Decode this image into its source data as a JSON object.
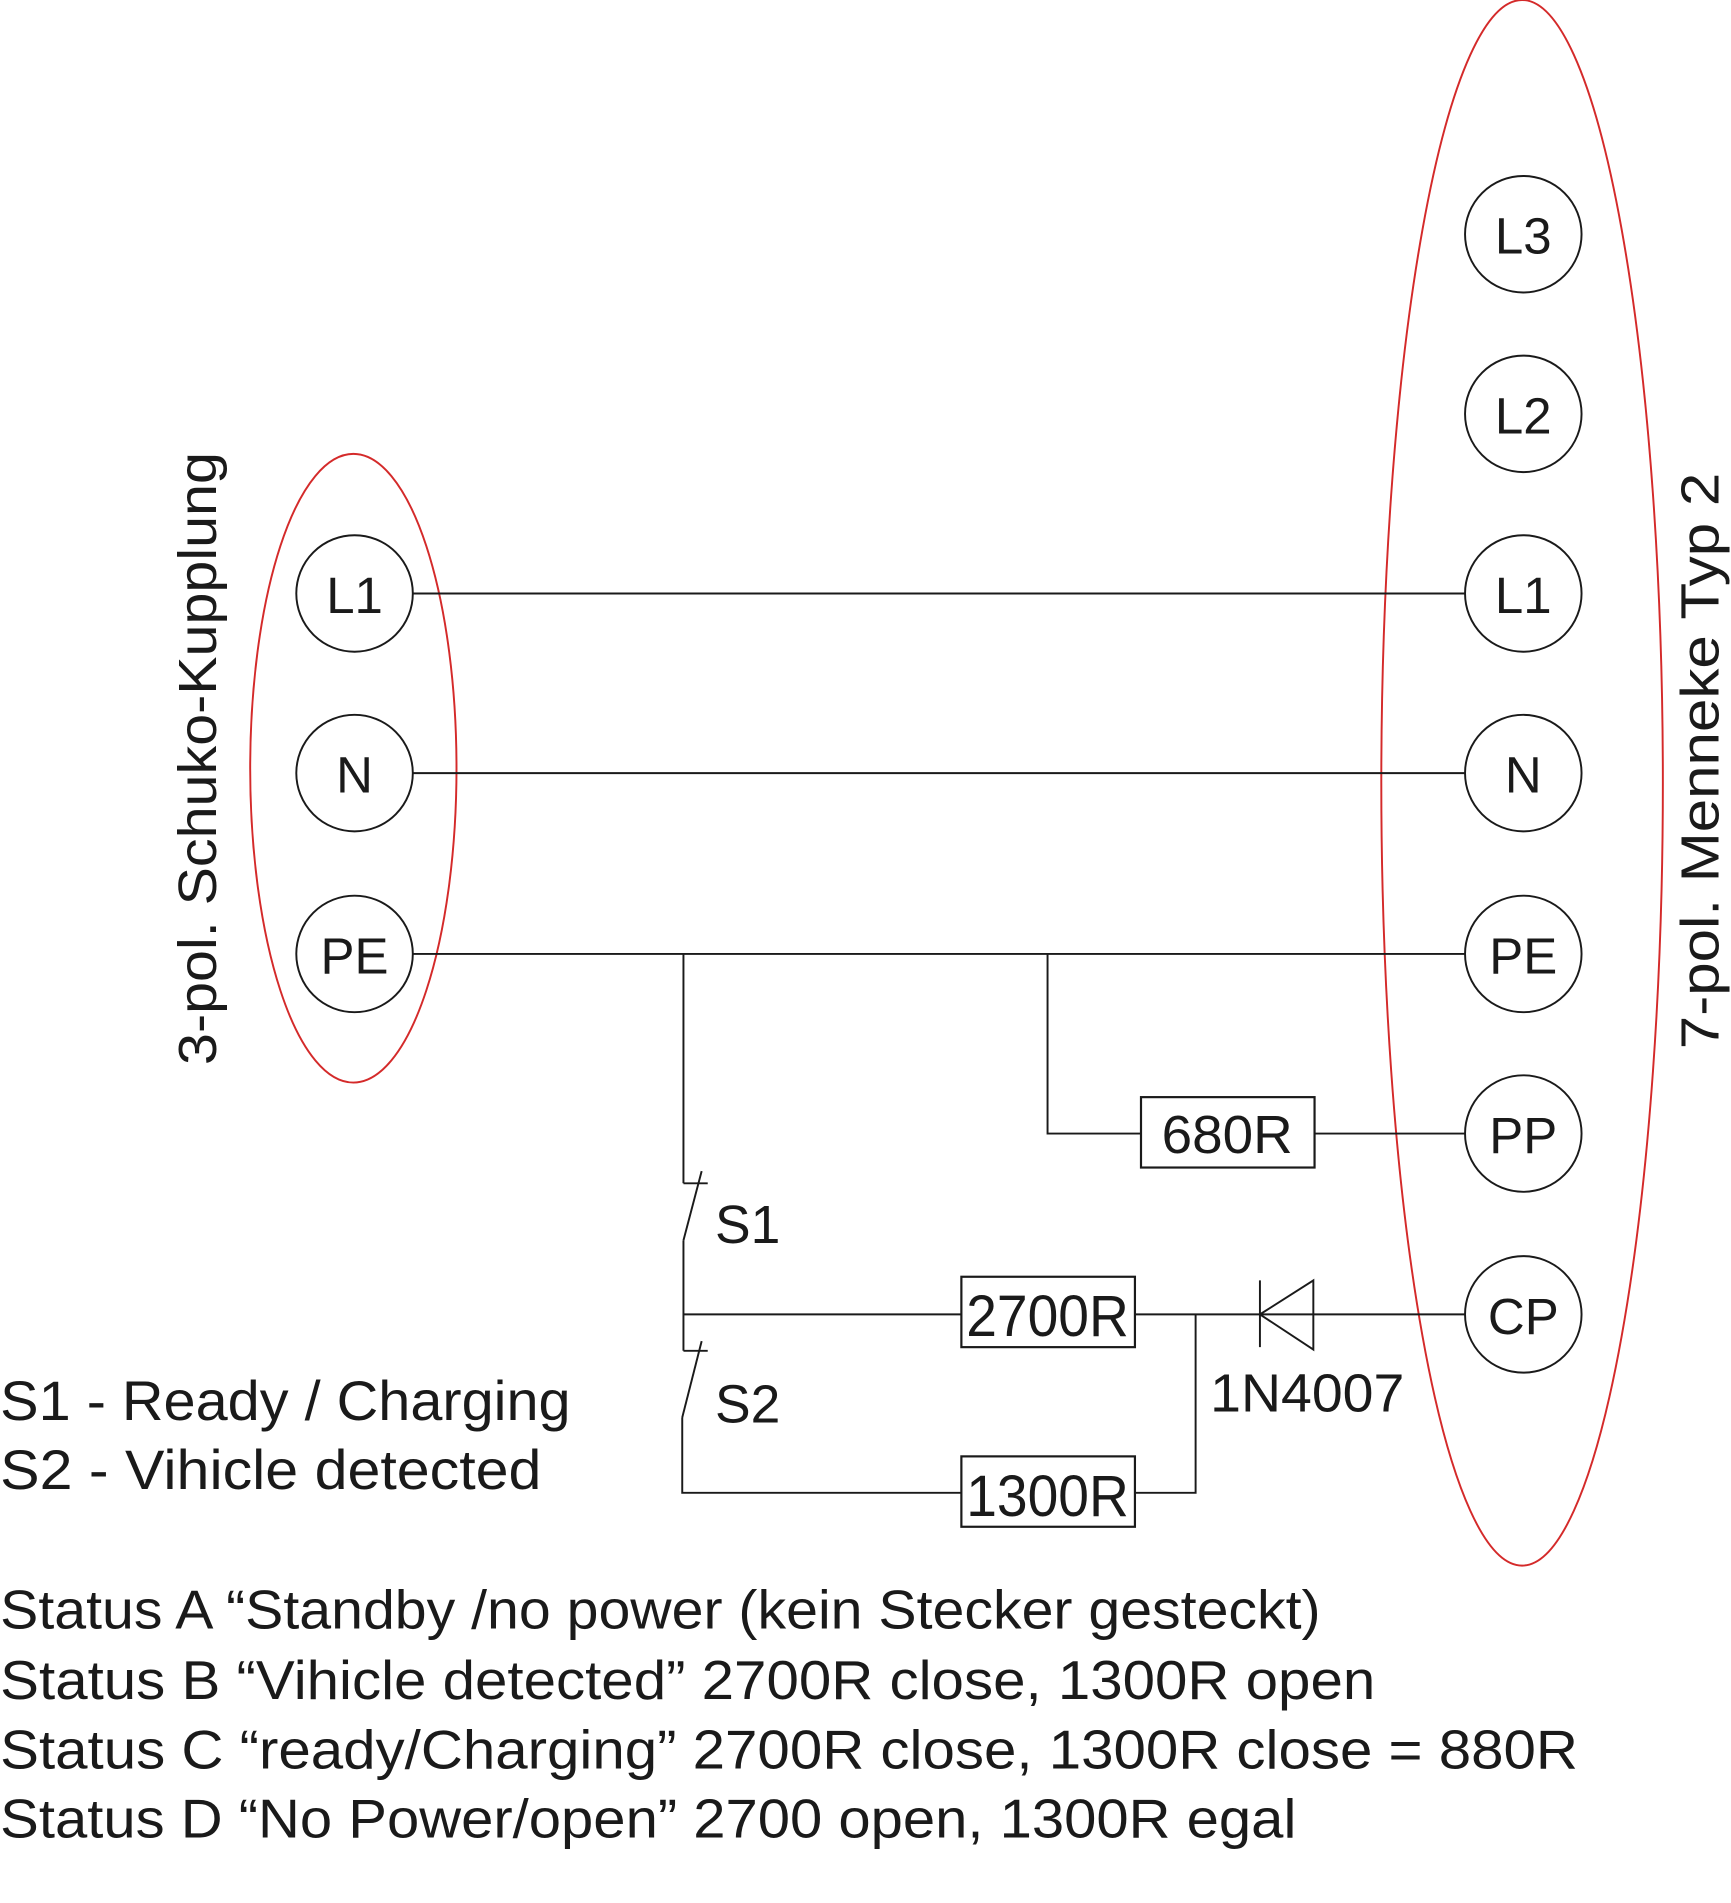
{
  "colors": {
    "connector_outline": "#d42a2a",
    "wire": "#1a1a1a"
  },
  "left_connector": {
    "title": "3-pol. Schuko-Kupplung",
    "pins": [
      "L1",
      "N",
      "PE"
    ]
  },
  "right_connector": {
    "title": "7-pol. Menneke Typ 2",
    "pins": [
      "L3",
      "L2",
      "L1",
      "N",
      "PE",
      "PP",
      "CP"
    ]
  },
  "components": {
    "r_pp": "680R",
    "r_2700": "2700R",
    "r_1300": "1300R",
    "diode": "1N4007",
    "switch1": "S1",
    "switch2": "S2"
  },
  "legend": [
    "S1 - Ready / Charging",
    "S2 - Vihicle detected"
  ],
  "status_lines": [
    "Status A “Standby /no power (kein Stecker gesteckt)",
    "Status B “Vihicle detected” 2700R close, 1300R open",
    "Status C “ready/Charging” 2700R close, 1300R close = 880R",
    "Status D “No Power/open” 2700 open, 1300R egal"
  ]
}
